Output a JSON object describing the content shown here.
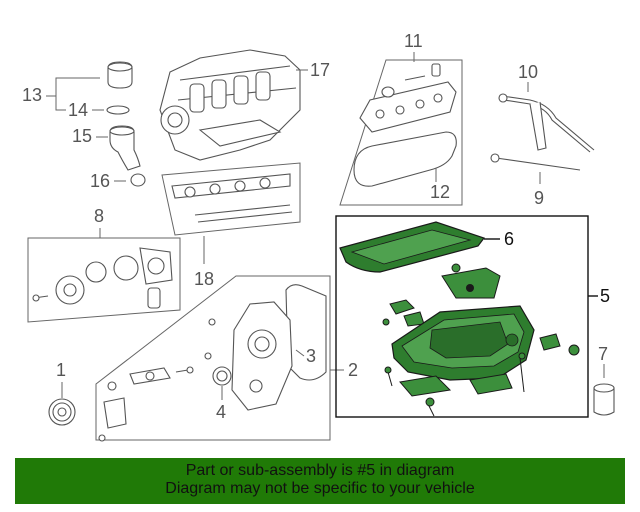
{
  "callouts": [
    "1",
    "2",
    "3",
    "4",
    "5",
    "6",
    "7",
    "8",
    "9",
    "10",
    "11",
    "12",
    "13",
    "14",
    "15",
    "16",
    "17",
    "18"
  ],
  "footer": {
    "line1": "Part or sub-assembly is #5 in diagram",
    "line2": "Diagram may not be specific to your vehicle"
  },
  "colors": {
    "highlight": "#2e7d2e",
    "banner": "#207a07",
    "line": "#666666"
  }
}
